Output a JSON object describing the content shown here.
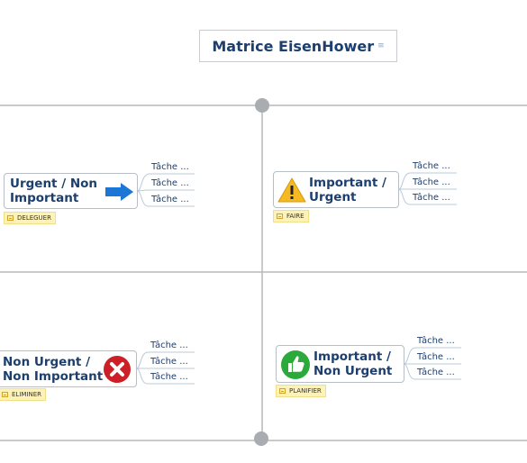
{
  "title": {
    "text": "Matrice EisenHower",
    "note_icon": "note-icon"
  },
  "nodes": [
    {
      "id": "urgent-non-important",
      "line1": "Urgent / Non",
      "line2": "Important",
      "icon": "blue-arrow-right-icon",
      "tag": "DELEGUER",
      "tasks": [
        "Tâche ...",
        "Tâche ...",
        "Tâche ..."
      ]
    },
    {
      "id": "important-urgent",
      "line1": "Important /",
      "line2": "Urgent",
      "icon": "warning-icon",
      "tag": "FAIRE",
      "tasks": [
        "Tâche ...",
        "Tâche ...",
        "Tâche ..."
      ]
    },
    {
      "id": "non-urgent-non-important",
      "line1": "Non Urgent /",
      "line2": "Non Important",
      "icon": "red-cross-icon",
      "tag": "ELIMINER",
      "tasks": [
        "Tâche ...",
        "Tâche ...",
        "Tâche ..."
      ]
    },
    {
      "id": "important-non-urgent",
      "line1": "Important /",
      "line2": "Non Urgent",
      "icon": "thumbs-up-icon",
      "tag": "PLANIFIER",
      "tasks": [
        "Tâche ...",
        "Tâche ...",
        "Tâche ..."
      ]
    }
  ],
  "colors": {
    "node_text": "#1c3f6e",
    "grid_line": "#b5b8bc",
    "handle": "#a9acb0",
    "tag_bg": "#fdf3b8",
    "connector": "#b9c9d8"
  }
}
